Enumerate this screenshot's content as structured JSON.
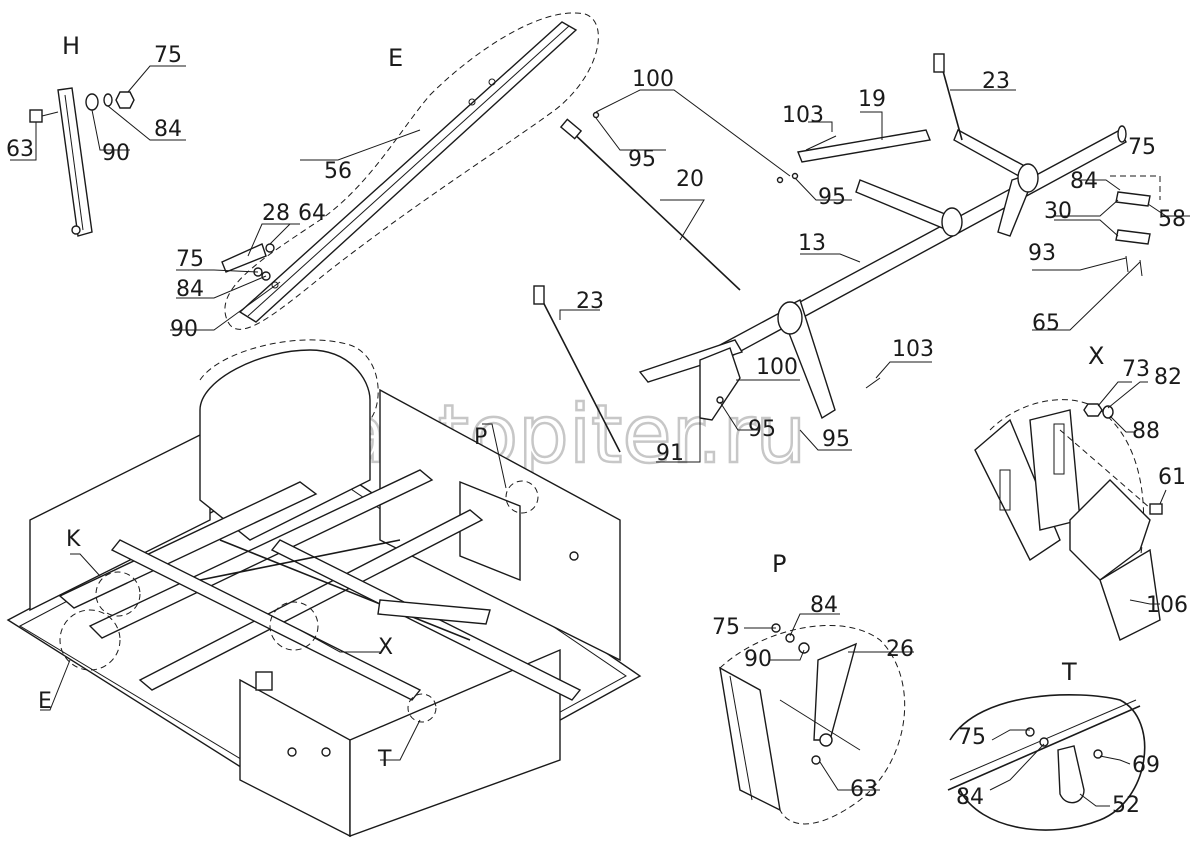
{
  "watermark": {
    "text": "autopiter.ru",
    "logo": "a"
  },
  "detail_views": {
    "H": "H",
    "E": "E",
    "X": "X",
    "P": "P",
    "T": "T"
  },
  "main_view_refs": {
    "K": "K",
    "E": "E",
    "X": "X",
    "P": "P",
    "T": "T"
  },
  "callouts": {
    "h_75": "75",
    "h_63": "63",
    "h_90": "90",
    "h_84": "84",
    "e_56": "56",
    "e_28": "28",
    "e_64": "64",
    "e_75": "75",
    "e_84": "84",
    "e_90": "90",
    "a_100a": "100",
    "a_95a": "95",
    "a_20": "20",
    "a_103a": "103",
    "a_19": "19",
    "a_95b": "95",
    "a_23a": "23",
    "a_75": "75",
    "a_84": "84",
    "a_30": "30",
    "a_58": "58",
    "a_13": "13",
    "a_93": "93",
    "a_65": "65",
    "a_23b": "23",
    "a_103b": "103",
    "a_100b": "100",
    "a_95c": "95",
    "a_91": "91",
    "a_95d": "95",
    "x_73": "73",
    "x_82": "82",
    "x_88": "88",
    "x_61": "61",
    "x_106": "106",
    "p_84": "84",
    "p_75": "75",
    "p_90": "90",
    "p_26": "26",
    "p_63": "63",
    "t_75": "75",
    "t_84": "84",
    "t_69": "69",
    "t_52": "52"
  }
}
